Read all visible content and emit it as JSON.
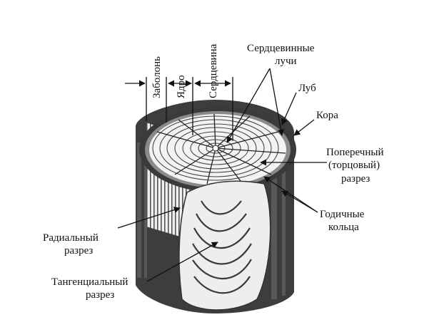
{
  "labels": {
    "sapwood": "Заболонь",
    "heartwood": "Ядро",
    "pith": "Сердцевина",
    "rays_line1": "Сердцевинные",
    "rays_line2": "лучи",
    "phloem": "Луб",
    "bark": "Кора",
    "cross_line1": "Поперечный",
    "cross_line2": "(торцовый)",
    "cross_line3": "разрез",
    "rings_line1": "Годичные",
    "rings_line2": "кольца",
    "radial_line1": "Радиальный",
    "radial_line2": "разрез",
    "tangential_line1": "Тангенциальный",
    "tangential_line2": "разрез"
  },
  "colors": {
    "ink": "#111111",
    "bark": "#3a3a3a",
    "wood_light": "#f2f2f2",
    "wood_mid": "#bdbdbd"
  }
}
